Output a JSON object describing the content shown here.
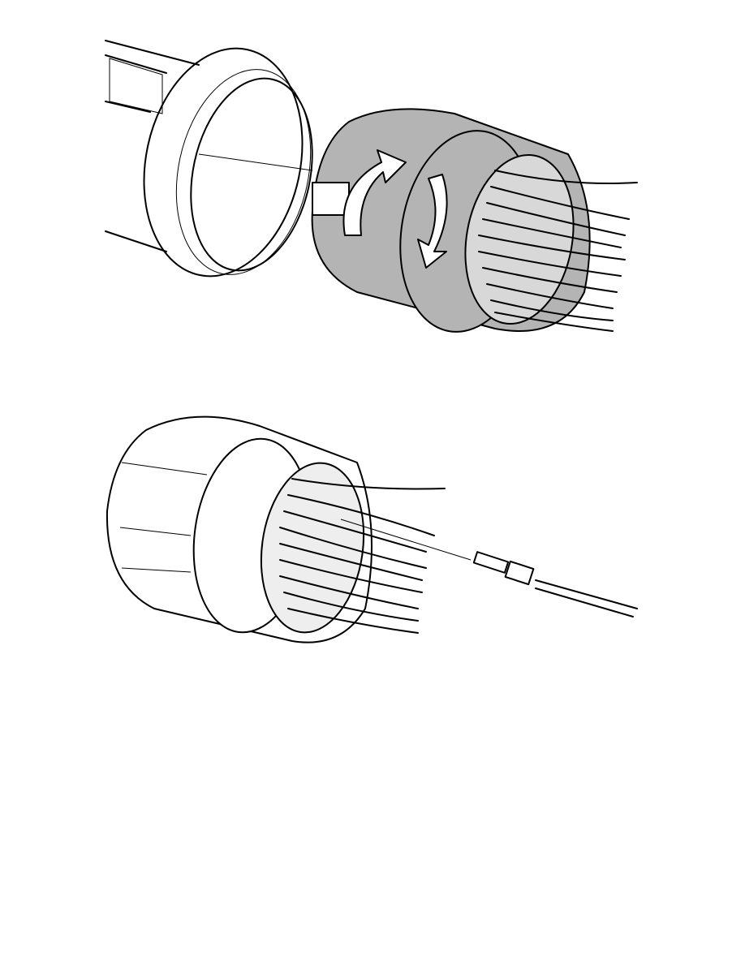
{
  "page": {
    "figures": [
      {
        "id": "figure-1",
        "content": "connector-unlock-rotation-illustration"
      },
      {
        "id": "figure-2",
        "content": "connector-terminal-removal-illustration"
      }
    ],
    "colors": {
      "connector_shading": "#b4b4b4",
      "line": "#000000",
      "background": "#ffffff"
    }
  }
}
